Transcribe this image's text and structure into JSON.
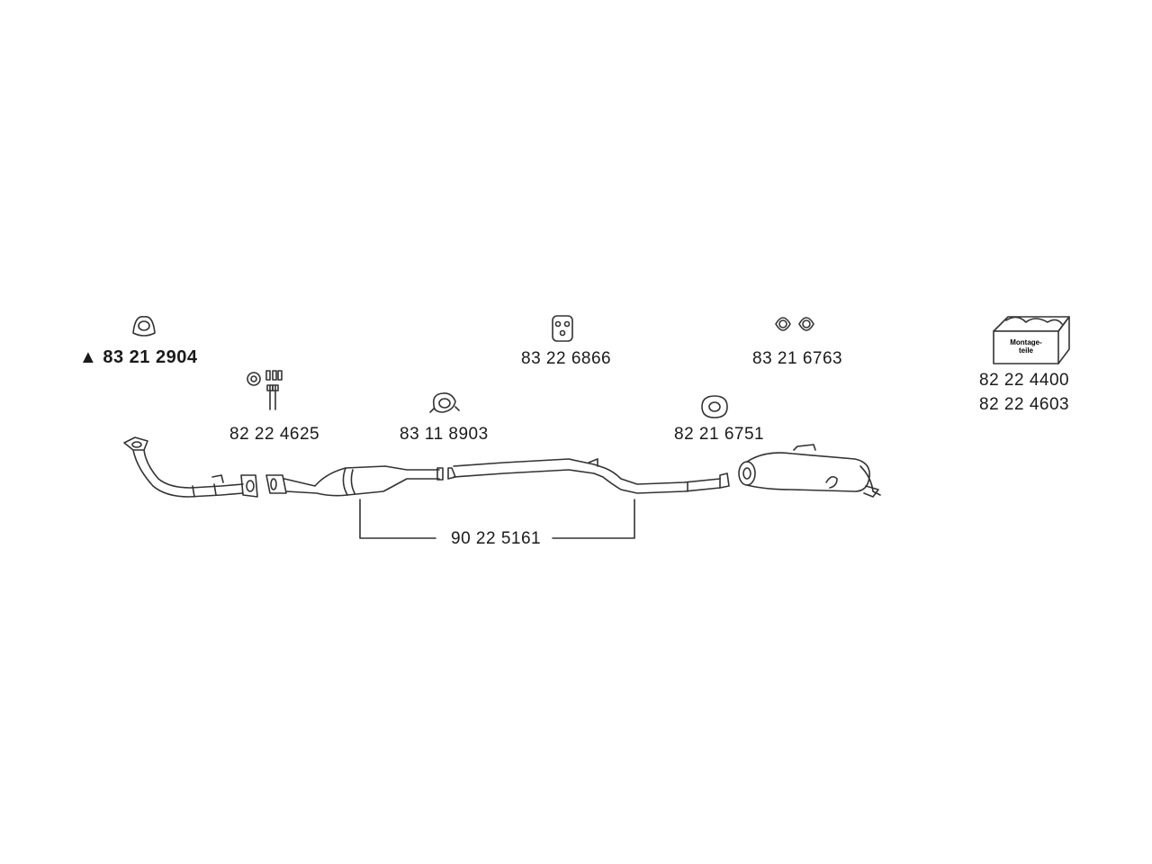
{
  "parts": [
    {
      "id": "gasket-front",
      "number": "83 21 2904",
      "marker": "▲"
    },
    {
      "id": "bolt-set",
      "number": "82 22 4625"
    },
    {
      "id": "clamp",
      "number": "83 11 8903"
    },
    {
      "id": "rubber-hanger",
      "number": "83 22 6866"
    },
    {
      "id": "gasket-pair",
      "number": "83 21 6763"
    },
    {
      "id": "gasket-rear",
      "number": "82 21 6751"
    },
    {
      "id": "kit-1",
      "number": "82 22 4400"
    },
    {
      "id": "kit-2",
      "number": "82 22 4603"
    },
    {
      "id": "mid-section",
      "number": "90 22 5161"
    }
  ],
  "kit_box": {
    "label_line1": "Montage-",
    "label_line2": "teile"
  },
  "colors": {
    "line": "#333333",
    "text": "#1a1a1a",
    "background": "#ffffff"
  }
}
